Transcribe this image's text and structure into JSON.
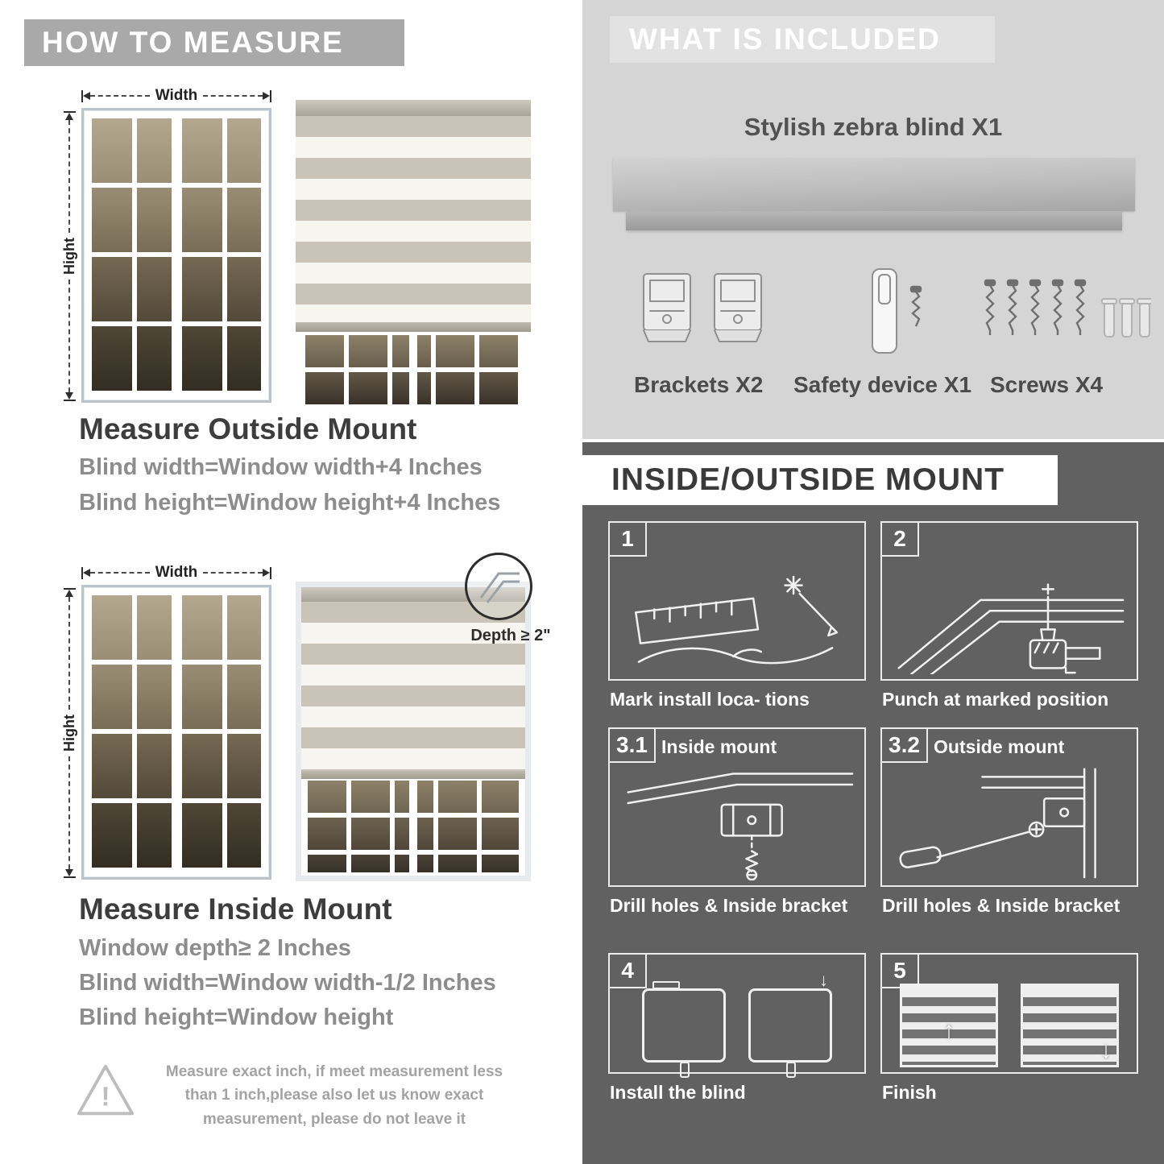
{
  "colors": {
    "banner_gray": "#a9a9a9",
    "included_panel": "#d5d5d5",
    "mount_panel": "#616161",
    "heading_text": "#3d3d3d",
    "formula_text": "#8d8d8d",
    "stripe_gray": "#c9c4b7",
    "stripe_white": "#f7f5ef"
  },
  "icons": {
    "up_arrow": "↑",
    "down_arrow": "↓",
    "warning": "!"
  },
  "left": {
    "header": "HOW TO MEASURE",
    "outside": {
      "width_label": "Width",
      "height_label": "Hight",
      "title": "Measure Outside Mount",
      "formula1": "Blind width=Window width+4 Inches",
      "formula2": "Blind height=Window height+4 Inches"
    },
    "inside": {
      "width_label": "Width",
      "height_label": "Hight",
      "depth_label": "Depth ≥ 2\"",
      "title": "Measure Inside Mount",
      "formula1": "Window depth≥ 2 Inches",
      "formula2": "Blind width=Window width-1/2 Inches",
      "formula3": "Blind height=Window height"
    },
    "note": "Measure exact inch, if meet measurement less than 1 inch,please also let us know exact measurement, please do not leave it"
  },
  "right": {
    "included": {
      "header": "WHAT IS INCLUDED",
      "blind_label": "Stylish zebra blind X1",
      "items": [
        {
          "label": "Brackets X2"
        },
        {
          "label": "Safety device X1"
        },
        {
          "label": "Screws X4"
        }
      ]
    },
    "mount": {
      "header": "INSIDE/OUTSIDE MOUNT",
      "steps": [
        {
          "num": "1",
          "caption": "Mark install loca- tions"
        },
        {
          "num": "2",
          "caption": "Punch at  marked position"
        },
        {
          "num": "3.1",
          "title": "Inside mount",
          "caption": "Drill holes &  Inside bracket"
        },
        {
          "num": "3.2",
          "title": "Outside mount",
          "caption": "Drill holes &  Inside bracket"
        },
        {
          "num": "4",
          "caption": "Install the blind"
        },
        {
          "num": "5",
          "caption": "Finish"
        }
      ]
    }
  }
}
